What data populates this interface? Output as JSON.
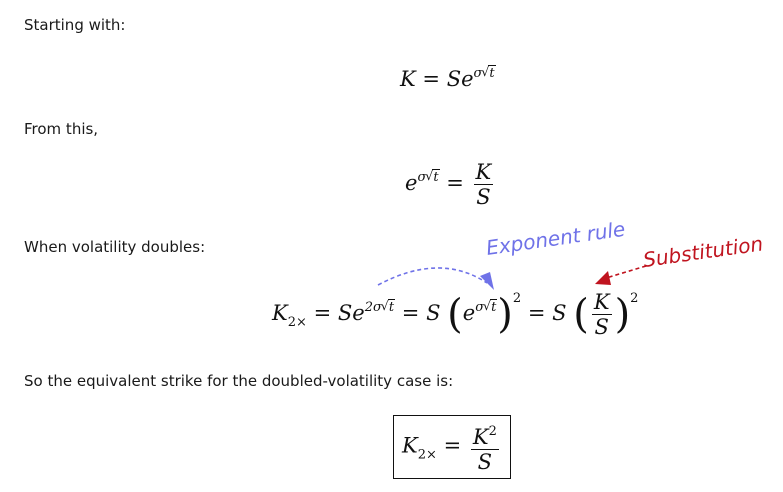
{
  "lines": {
    "starting": "Starting with:",
    "from_this": "From this,",
    "volatility_doubles": "When volatility doubles:",
    "equivalent": "So the equivalent strike for the doubled-volatility case is:"
  },
  "annotations": {
    "exponent_rule": "Exponent rule",
    "substitution": "Substitution",
    "exponent_color": "#6f72e8",
    "substitution_color": "#c0141f"
  },
  "math": {
    "K": "K",
    "S": "S",
    "e": "e",
    "sigma": "σ",
    "t": "t",
    "eq": "=",
    "two": "2",
    "times_sub": "2×",
    "lparen": "(",
    "rparen": ")",
    "K2": "K",
    "sq": "2"
  }
}
